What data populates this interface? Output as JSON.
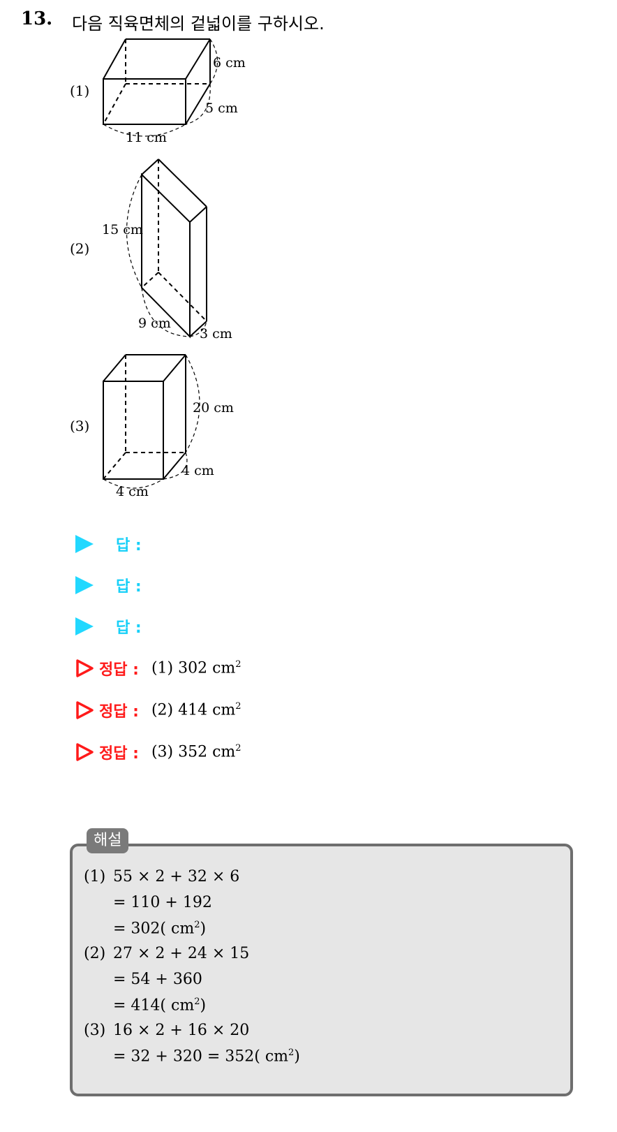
{
  "question": {
    "number": "13.",
    "text": "다음 직육면체의 겉넓이를 구하시오."
  },
  "figures": [
    {
      "label": "(1)",
      "dims": [
        "6 cm",
        "5 cm",
        "11 cm"
      ]
    },
    {
      "label": "(2)",
      "dims": [
        "15 cm",
        "9 cm",
        "3 cm"
      ]
    },
    {
      "label": "(3)",
      "dims": [
        "20 cm",
        "4 cm",
        "4 cm"
      ]
    }
  ],
  "answer_label": "답 :",
  "final_label": "정답 :",
  "finals": [
    {
      "num": "(1)",
      "value": "302 cm",
      "exp": "2"
    },
    {
      "num": "(2)",
      "value": "414 cm",
      "exp": "2"
    },
    {
      "num": "(3)",
      "value": "352 cm",
      "exp": "2"
    }
  ],
  "solution": {
    "tag": "해설",
    "parts": [
      {
        "num": "(1)",
        "lines": [
          {
            "text": "55 × 2 + 32 × 6",
            "tail": "",
            "exp": "",
            "end": ""
          },
          {
            "text": "= 110 + 192",
            "tail": "",
            "exp": "",
            "end": ""
          },
          {
            "text": "= 302( ",
            "tail": "cm",
            "exp": "2",
            "end": ")"
          }
        ]
      },
      {
        "num": "(2)",
        "lines": [
          {
            "text": "27 × 2 + 24 × 15",
            "tail": "",
            "exp": "",
            "end": ""
          },
          {
            "text": "= 54 + 360",
            "tail": "",
            "exp": "",
            "end": ""
          },
          {
            "text": "= 414( ",
            "tail": "cm",
            "exp": "2",
            "end": ")"
          }
        ]
      },
      {
        "num": "(3)",
        "lines": [
          {
            "text": "16 × 2 + 16 × 20",
            "tail": "",
            "exp": "",
            "end": ""
          },
          {
            "text": "= 32 + 320 = 352( ",
            "tail": "cm",
            "exp": "2",
            "end": ")"
          }
        ]
      }
    ]
  }
}
